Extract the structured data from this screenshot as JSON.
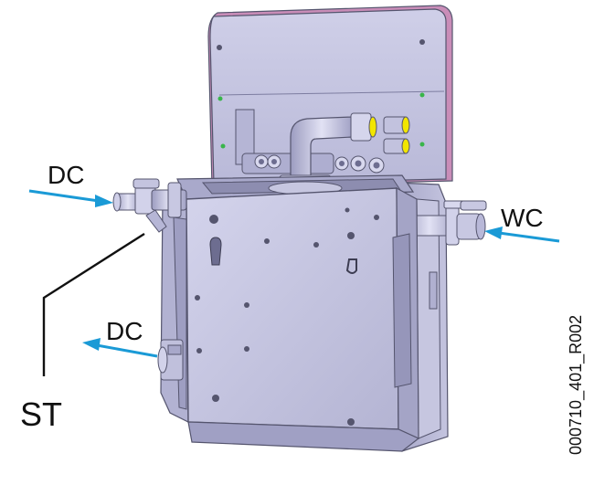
{
  "labels": {
    "dc_inlet": "DC",
    "dc_outlet": "DC",
    "wc_inlet": "WC",
    "strainer": "ST",
    "figure_id": "000710_401_R002"
  },
  "colors": {
    "arrow": "#1a9ad6",
    "leader_line": "#111111",
    "body_light": "#c9c9e3",
    "body_mid": "#b3b3d2",
    "body_dark": "#8d8db0",
    "edge": "#55556e",
    "accent": "#f2e600",
    "marker_green": "#39b54a",
    "frame_magenta": "#c98db8"
  }
}
